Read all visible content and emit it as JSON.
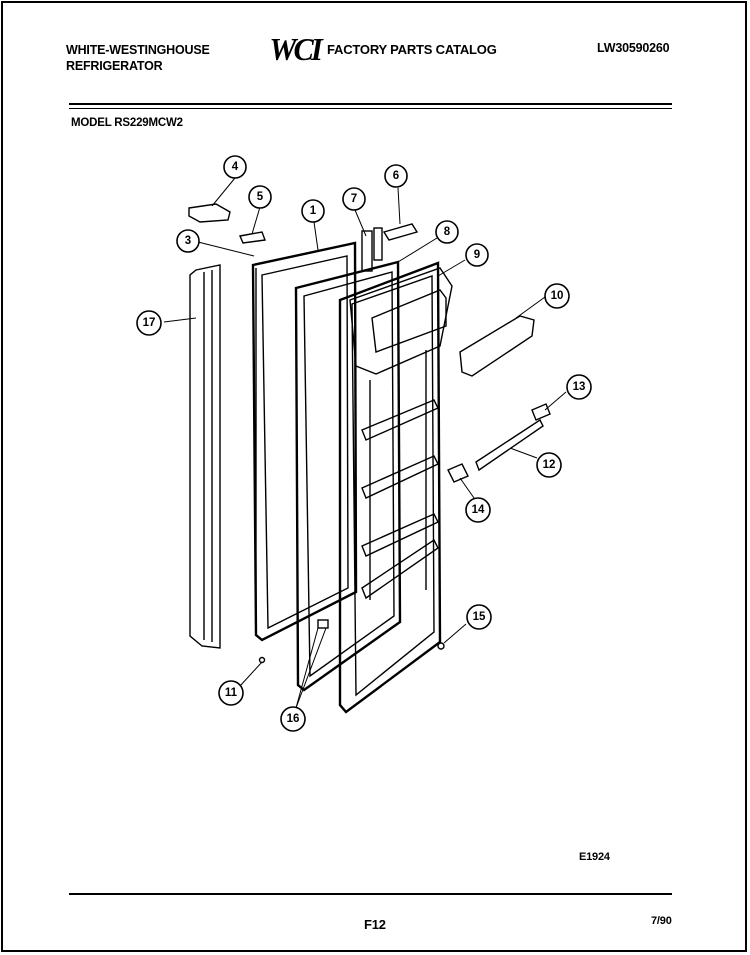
{
  "header": {
    "brand_line1": "WHITE-WESTINGHOUSE",
    "brand_line2": "REFRIGERATOR",
    "logo": "WCI",
    "catalog_title": "FACTORY PARTS CATALOG",
    "catalog_number": "LW30590260"
  },
  "model_label": "MODEL RS229MCW2",
  "callouts": [
    "1",
    "3",
    "4",
    "5",
    "6",
    "7",
    "8",
    "9",
    "10",
    "11",
    "12",
    "13",
    "14",
    "15",
    "16",
    "17"
  ],
  "illustration_code": "E1924",
  "footer": {
    "page_code": "F12",
    "date": "7/90"
  }
}
